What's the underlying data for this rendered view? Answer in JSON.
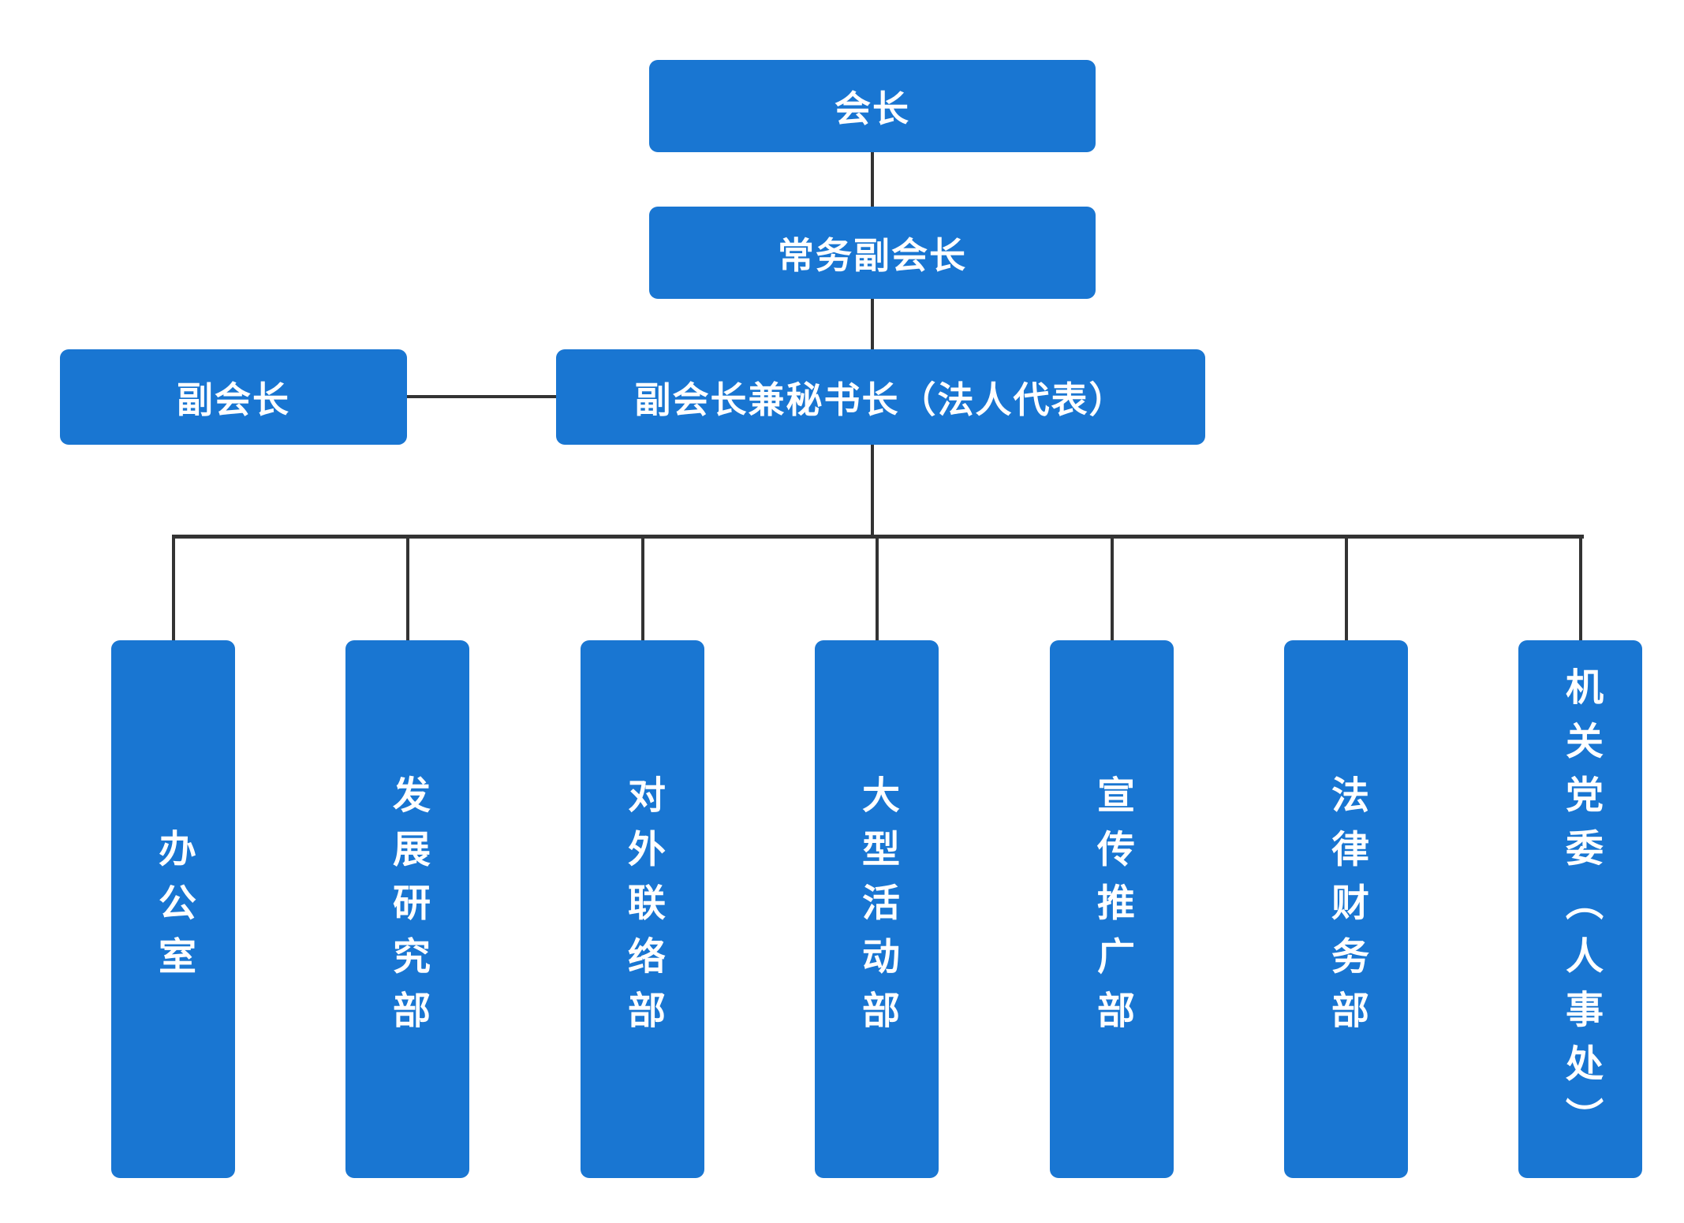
{
  "diagram": {
    "type": "org-chart",
    "accent_color": "#1976d2",
    "line_color": "#333333",
    "text_color": "#ffffff",
    "nodes": {
      "president": "会长",
      "executive_vice_president": "常务副会长",
      "vice_president": "副会长",
      "vp_secretary_general": "副会长兼秘书长（法人代表）",
      "departments": [
        "办公室",
        "发展研究部",
        "对外联络部",
        "大型活动部",
        "宣传推广部",
        "法律财务部",
        "机关党委（人事处）"
      ]
    }
  }
}
